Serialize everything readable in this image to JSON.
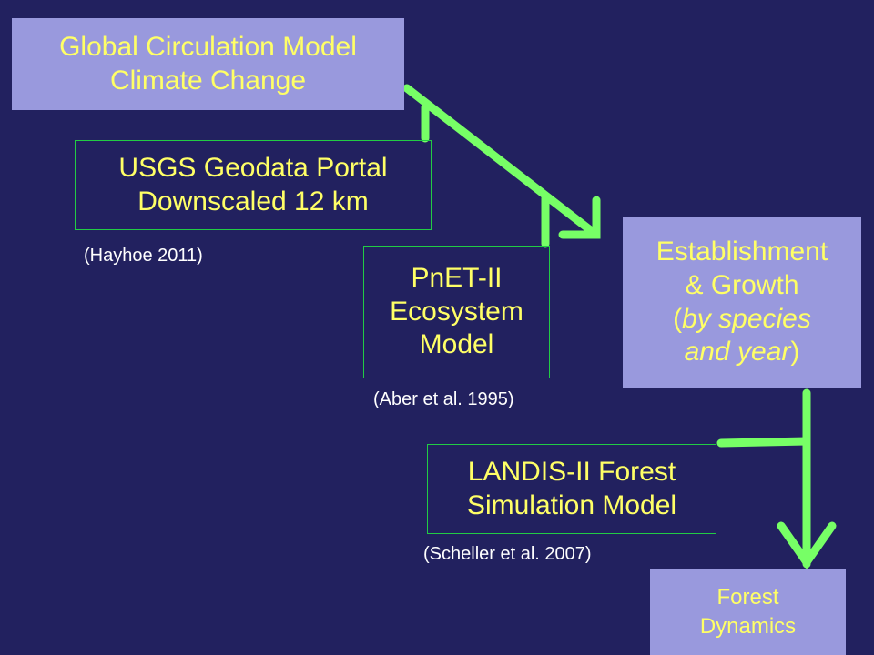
{
  "nodes": {
    "gcm": {
      "lines": [
        "Global Circulation Model",
        "Climate Change"
      ]
    },
    "usgs": {
      "lines": [
        "USGS Geodata Portal",
        "Downscaled 12 km"
      ]
    },
    "pnet": {
      "lines": [
        "PnET-II",
        "Ecosystem",
        "Model"
      ]
    },
    "establishment": {
      "line1": "Establishment",
      "line2": "& Growth",
      "line3_pre": "(",
      "line3_it": "by species",
      "line4_it": "and year",
      "line4_post": ")"
    },
    "landis": {
      "lines": [
        "LANDIS-II Forest",
        "Simulation Model"
      ]
    },
    "forest": {
      "lines": [
        "Forest",
        "Dynamics"
      ]
    }
  },
  "citations": {
    "hayhoe": "(Hayhoe 2011)",
    "aber": "(Aber et al. 1995)",
    "scheller": "(Scheller et al. 2007)"
  },
  "colors": {
    "background": "#22215f",
    "box_fill": "#9999dd",
    "box_text": "#ffff66",
    "box_border": "#22cc44",
    "arrow": "#77ff66",
    "citation_text": "#ffffff"
  }
}
